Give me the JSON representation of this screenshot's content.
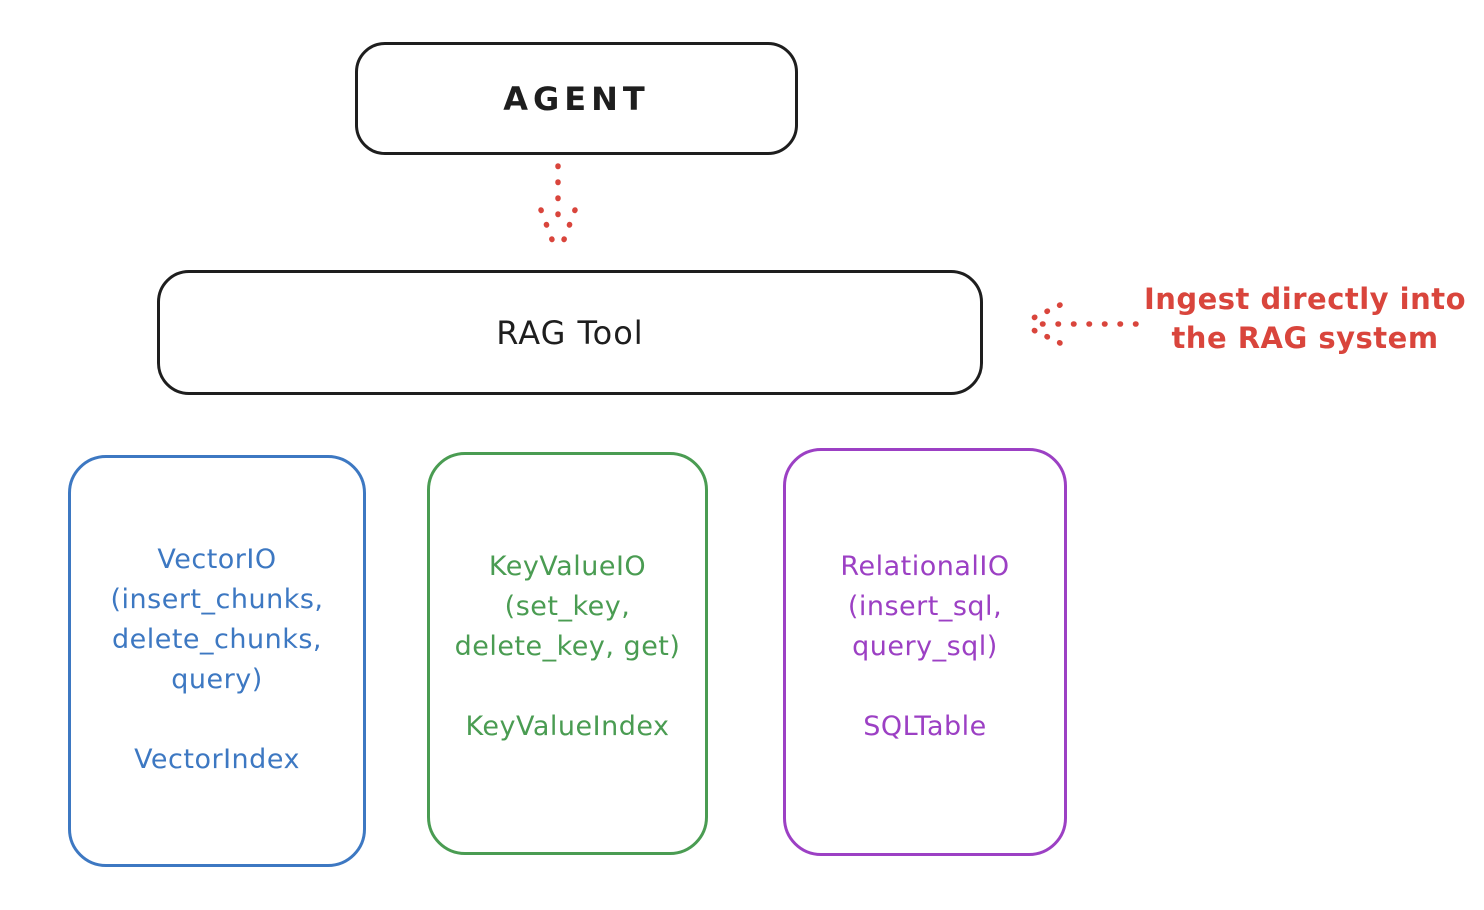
{
  "diagram": {
    "agent": {
      "label": "AGENT"
    },
    "rag_tool": {
      "label": "RAG Tool"
    },
    "annotation": {
      "line1": "Ingest directly into",
      "line2": "the RAG system"
    },
    "arrows": [
      {
        "name": "agent-to-rag-tool",
        "style": "dotted",
        "direction": "down"
      },
      {
        "name": "ingest-into-rag",
        "style": "dotted",
        "direction": "left"
      }
    ],
    "io_boxes": [
      {
        "id": "vector",
        "color": "#3d78c2",
        "lines": [
          "VectorIO",
          "(insert_chunks,",
          "delete_chunks,",
          "query)"
        ],
        "index_label": "VectorIndex"
      },
      {
        "id": "keyvalue",
        "color": "#4a9c52",
        "lines": [
          "KeyValueIO",
          "(set_key,",
          "delete_key, get)"
        ],
        "index_label": "KeyValueIndex"
      },
      {
        "id": "relational",
        "color": "#9c40c4",
        "lines": [
          "RelationalIO",
          "(insert_sql,",
          "query_sql)"
        ],
        "index_label": "SQLTable"
      }
    ],
    "colors": {
      "stroke_black": "#1e1e1e",
      "annotation_red": "#d9453c"
    }
  }
}
